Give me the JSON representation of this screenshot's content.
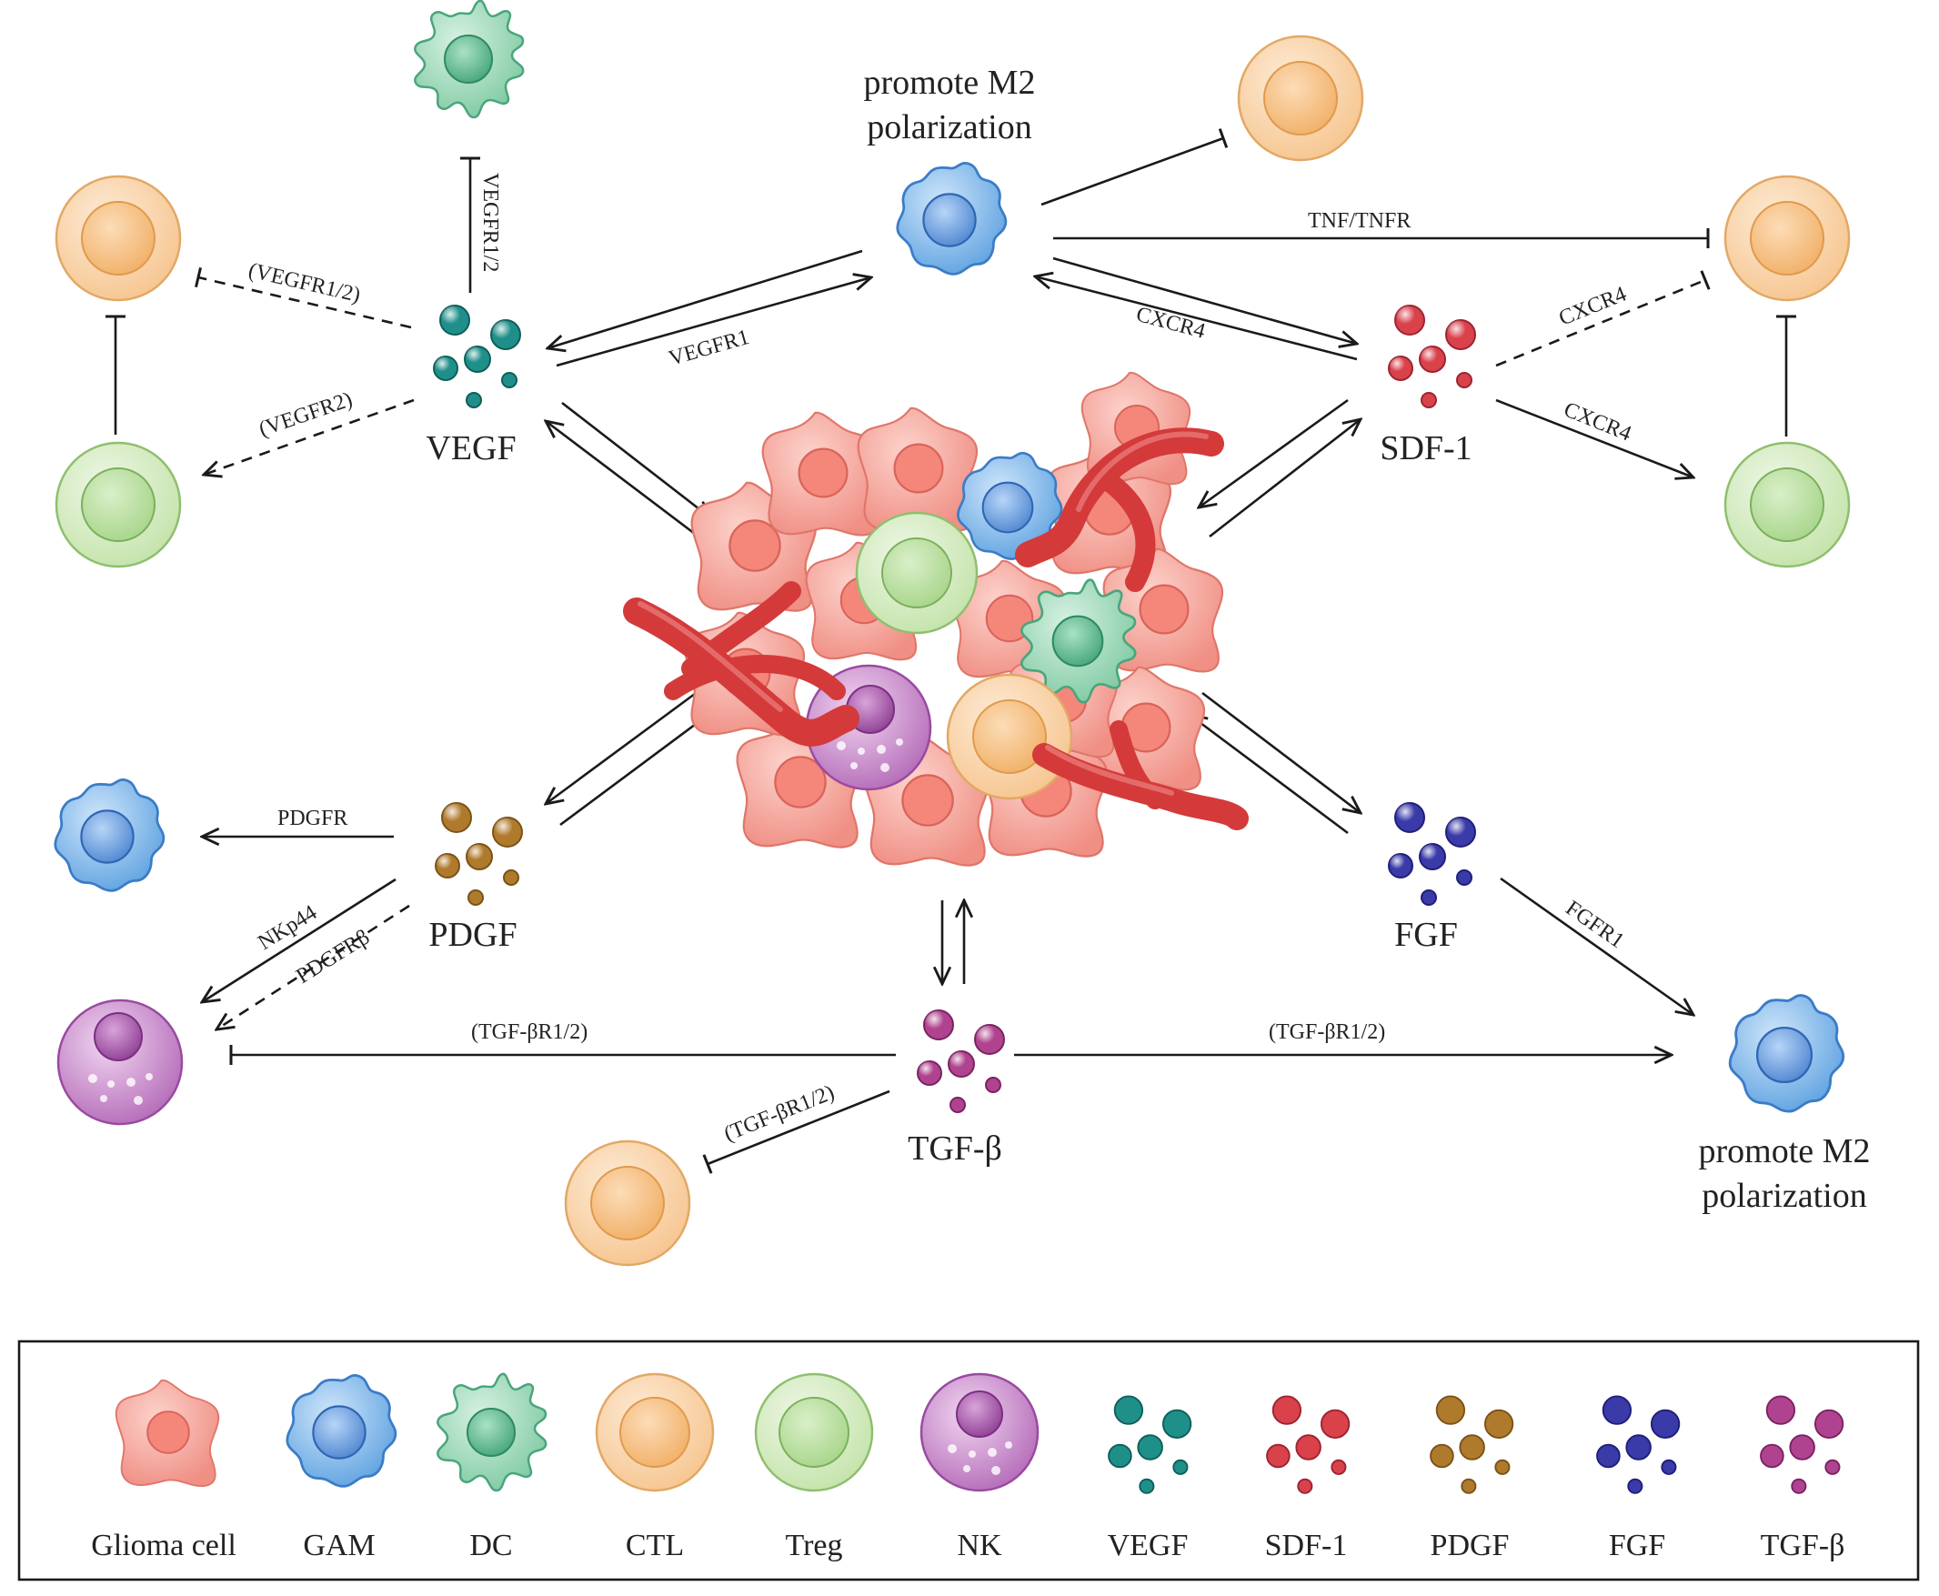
{
  "colors": {
    "glioma": "#f4a79d",
    "gam": "#7db8ec",
    "dc": "#8fd4b0",
    "ctl": "#f9d1a3",
    "treg": "#cfe8b9",
    "nk": "#c77fc8",
    "vegf": "#1f8f8a",
    "sdf1": "#d9414b",
    "pdgf": "#b07a2d",
    "fgf": "#3a3aa8",
    "tgfb": "#b0438f",
    "vessel": "#d43a3a"
  },
  "hubs": {
    "vegf": "VEGF",
    "sdf1": "SDF-1",
    "pdgf": "PDGF",
    "fgf": "FGF",
    "tgfb": "TGF-β"
  },
  "notes": {
    "top_m2": [
      "promote M2",
      "polarization"
    ],
    "bottom_m2": [
      "promote M2",
      "polarization"
    ]
  },
  "edges": {
    "vegfr12_dc": "VEGFR1/2",
    "vegfr12_ctl": "(VEGFR1/2)",
    "vegfr2_treg": "(VEGFR2)",
    "vegfr1_gam": "VEGFR1",
    "tnf_tnfr": "TNF/TNFR",
    "cxcr4_gam": "CXCR4",
    "cxcr4_ctl": "CXCR4",
    "cxcr4_treg": "CXCR4",
    "pdgfr_gam": "PDGFR",
    "nkp44": "NKp44",
    "pdgfrb": "PDGFRβ",
    "fgfr1": "FGFR1",
    "tgfbr_nk": "(TGF-βR1/2)",
    "tgfbr_gam": "(TGF-βR1/2)",
    "tgfbr_ctl": "(TGF-βR1/2)"
  },
  "legend": [
    {
      "label": "Glioma cell",
      "icon": "glioma-cell-icon"
    },
    {
      "label": "GAM",
      "icon": "gam-cell-icon"
    },
    {
      "label": "DC",
      "icon": "dc-cell-icon"
    },
    {
      "label": "CTL",
      "icon": "ctl-cell-icon"
    },
    {
      "label": "Treg",
      "icon": "treg-cell-icon"
    },
    {
      "label": "NK",
      "icon": "nk-cell-icon"
    },
    {
      "label": "VEGF",
      "icon": "vegf-dots-icon"
    },
    {
      "label": "SDF-1",
      "icon": "sdf1-dots-icon"
    },
    {
      "label": "PDGF",
      "icon": "pdgf-dots-icon"
    },
    {
      "label": "FGF",
      "icon": "fgf-dots-icon"
    },
    {
      "label": "TGF-β",
      "icon": "tgfb-dots-icon"
    }
  ]
}
